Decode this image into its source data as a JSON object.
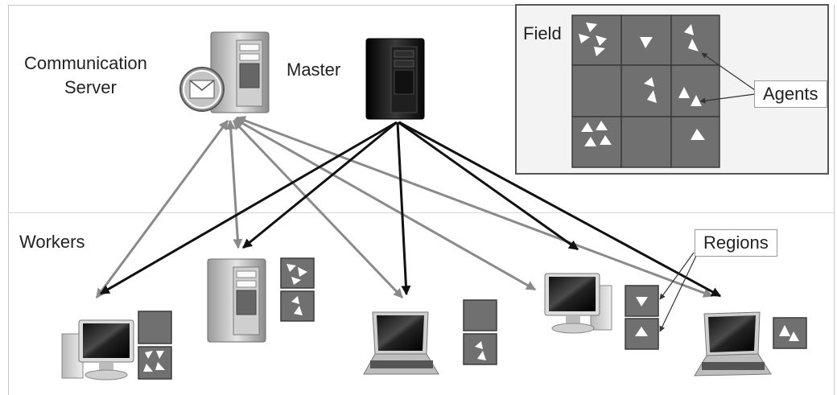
{
  "labels": {
    "communication_server_line1": "Communication",
    "communication_server_line2": "Server",
    "master": "Master",
    "workers": "Workers",
    "field": "Field",
    "agents": "Agents",
    "regions": "Regions"
  },
  "colors": {
    "region_fill": "#707070",
    "region_border": "#3a3a3a",
    "agent": "#ffffff",
    "black_arrow": "#111111",
    "gray_arrow": "#8a8a8a"
  },
  "icons": {
    "communication_server": "server-mail-icon",
    "master": "server-black-icon",
    "workers": [
      "desktop-icon",
      "server-icon",
      "laptop-icon",
      "desktop-icon",
      "laptop-icon"
    ]
  }
}
